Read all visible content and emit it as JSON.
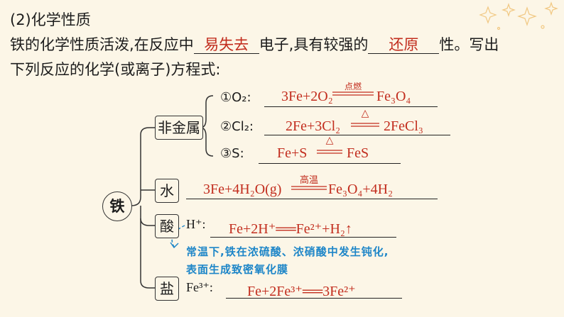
{
  "heading": "(2)化学性质",
  "para": {
    "line1_a": "铁的化学性质活泼,在反应中",
    "blank1": "易失去",
    "line1_b": "电子,具有较强的",
    "blank2": "还原",
    "line1_c": "性。写出",
    "line2": "下列反应的化学(或离子)方程式:"
  },
  "root": "铁",
  "branches": {
    "nonmetal": "非金属",
    "water": "水",
    "acid": "酸",
    "salt": "盐"
  },
  "reactions": {
    "o2_label": "①O₂:",
    "o2_eq_left": "3Fe+2O₂",
    "o2_cond": "点燃",
    "o2_eq_right": "Fe₃O₄",
    "cl2_label": "②Cl₂:",
    "cl2_eq_left": "2Fe+3Cl₂",
    "cl2_eq_right": "2FeCl₃",
    "s_label": "③S:",
    "s_eq_left": "Fe+S",
    "s_eq_right": "FeS",
    "heat_symbol": "△",
    "water_eq_left": "3Fe+4H₂O(g)",
    "water_cond": "高温",
    "water_eq_right": "Fe₃O₄+4H₂",
    "acid_label": "H⁺:",
    "acid_eq": "Fe+2H⁺══Fe²⁺+H₂↑",
    "salt_label": "Fe³⁺:",
    "salt_eq": "Fe+2Fe³⁺══3Fe²⁺"
  },
  "note": {
    "line1": "常温下,铁在浓硫酸、浓硝酸中发生钝化,",
    "line2": "表面生成致密氧化膜"
  },
  "colors": {
    "answer": "#c22d1e",
    "note": "#1e86c8",
    "background": "#fcf6e7"
  }
}
